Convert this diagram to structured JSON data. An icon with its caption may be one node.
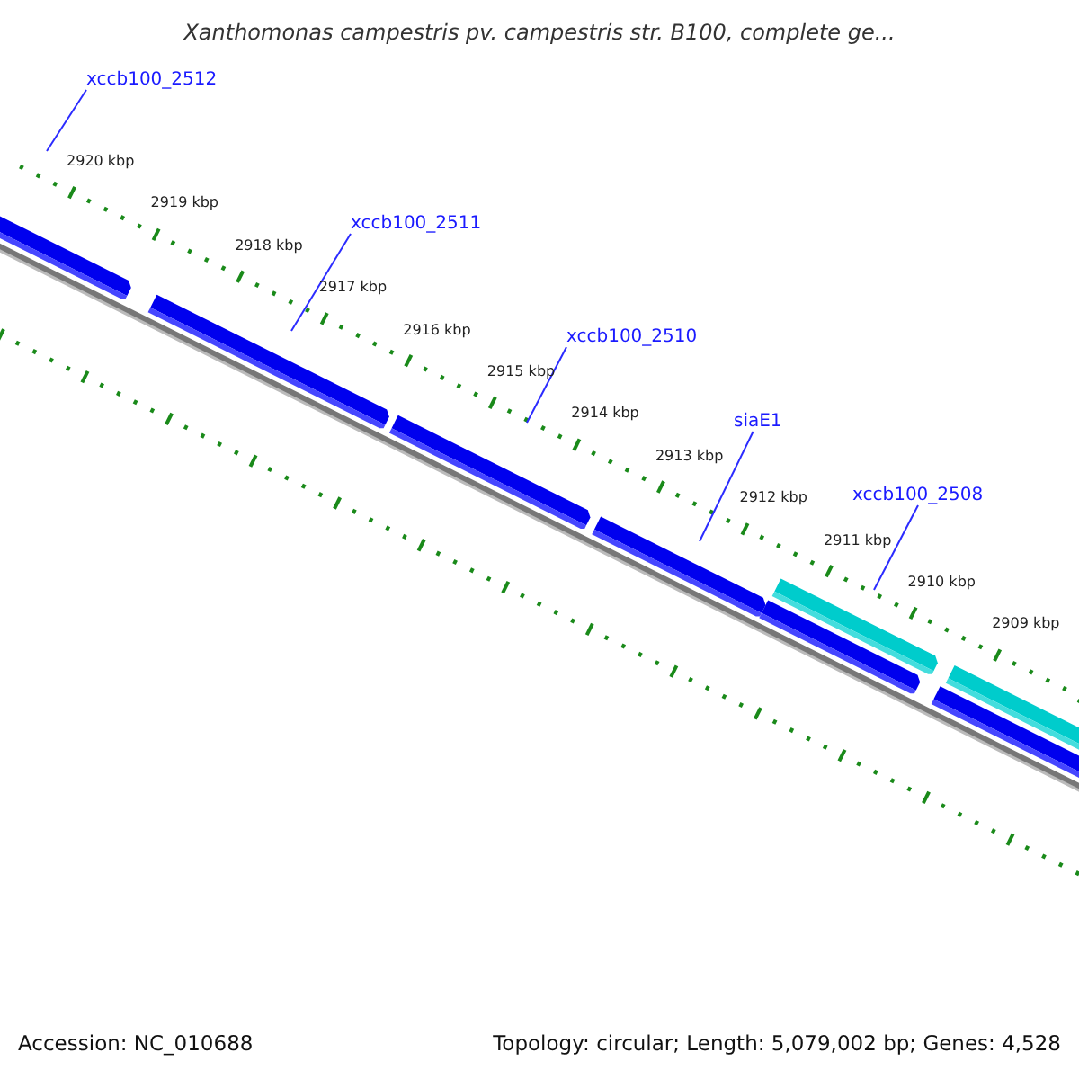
{
  "diagram": {
    "title": "Xanthomonas campestris pv. campestris str. B100, complete ge...",
    "nodes": [
      {
        "text": [
          "xccb100_2512"
        ]
      },
      {
        "text": [
          "xccb100_2511"
        ]
      },
      {
        "text": [
          "xccb100_2510"
        ]
      },
      {
        "text": [
          "siaE1"
        ]
      },
      {
        "text": [
          "xccb100_2508"
        ]
      }
    ],
    "edges": [
      {
        "from": 0,
        "to": null,
        "arrow": "none"
      },
      {
        "from": 1,
        "to": null,
        "arrow": "none"
      },
      {
        "from": 2,
        "to": null,
        "arrow": "none"
      },
      {
        "from": 3,
        "to": null,
        "arrow": "none"
      },
      {
        "from": 4,
        "to": null,
        "arrow": "none"
      }
    ],
    "labels": [
      "2920 kbp",
      "2919 kbp",
      "2918 kbp",
      "2917 kbp",
      "2916 kbp",
      "2915 kbp",
      "2914 kbp",
      "2913 kbp",
      "2912 kbp",
      "2911 kbp",
      "2910 kbp",
      "2909 kbp",
      "Accession: NC_010688",
      "Topology: circular; Length: 5,079,002 bp; Genes: 4,528"
    ]
  }
}
